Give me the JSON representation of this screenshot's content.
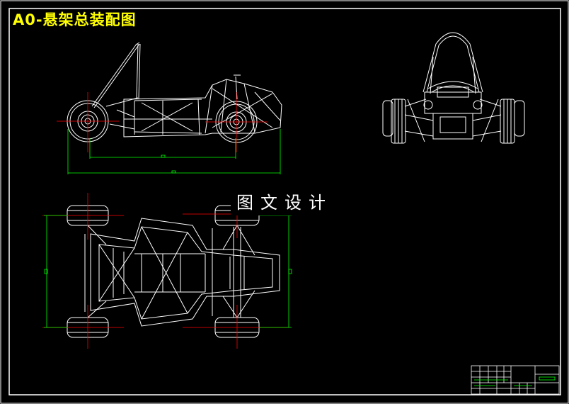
{
  "drawing": {
    "title": "A0-悬架总装配图",
    "watermark": "图文设计"
  },
  "colors": {
    "background": "#000000",
    "line": "#ffffff",
    "dimension": "#00ff00",
    "centerline": "#ff0000",
    "title_text": "#ffff00"
  },
  "views": [
    "side-view",
    "front-view",
    "top-view"
  ]
}
